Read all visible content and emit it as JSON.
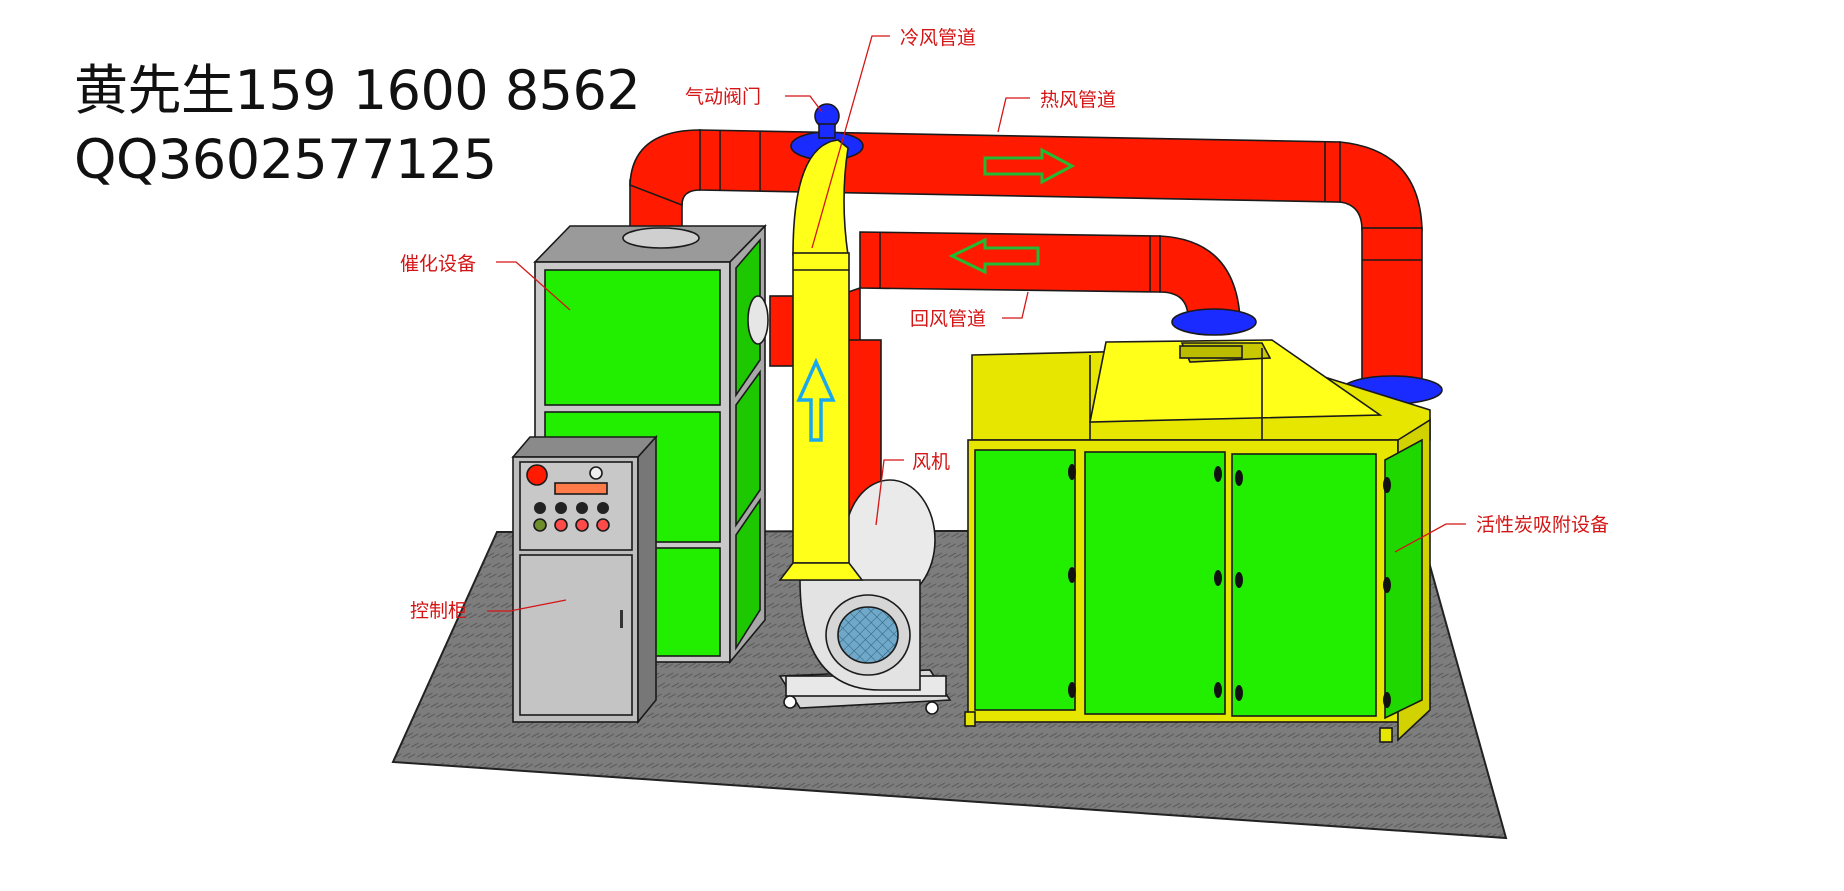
{
  "contact": {
    "line1": "黄先生159 1600 8562",
    "line2": "QQ3602577125"
  },
  "labels": {
    "cold_air_duct": "冷风管道",
    "pneumatic_valve": "气动阀门",
    "hot_air_duct": "热风管道",
    "catalytic_equipment": "催化设备",
    "return_air_duct": "回风管道",
    "fan": "风机",
    "activated_carbon_equipment": "活性炭吸附设备",
    "control_cabinet": "控制柜"
  },
  "colors": {
    "hot_duct": "#ff1a00",
    "cold_duct": "#ffff1a",
    "equipment_panel": "#22ee00",
    "adsorber_frame": "#e6e600",
    "valve": "#1a2bff",
    "floor": "#7a7a7a",
    "label_red": "#d41515",
    "flow_arrow_green": "#22bb33",
    "flow_arrow_blue": "#19a8ee"
  }
}
